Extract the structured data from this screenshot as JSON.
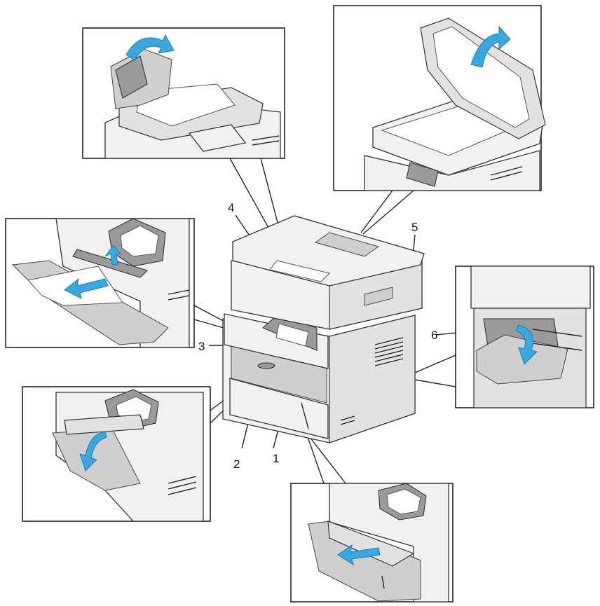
{
  "callouts": {
    "c1": "1",
    "c2": "2",
    "c3": "3",
    "c4": "4",
    "c5": "5",
    "c6": "6"
  },
  "colors": {
    "arrow": "#3aa7df",
    "outline": "#222222",
    "background": "#ffffff"
  }
}
